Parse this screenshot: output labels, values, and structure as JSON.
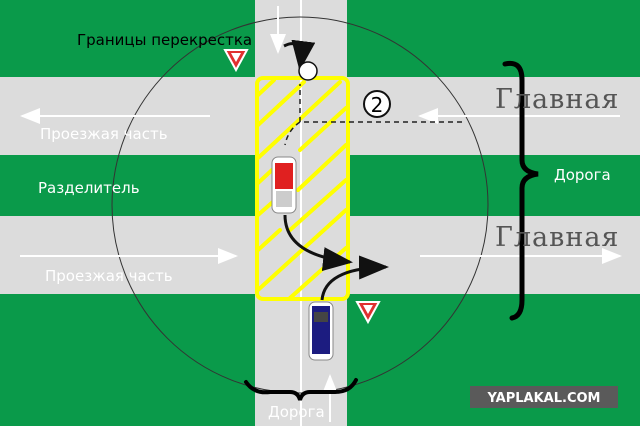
{
  "labels": {
    "intersection_bounds": "Границы перекрестка",
    "carriageway_top": "Проезжая часть",
    "divider": "Разделитель",
    "carriageway_bottom": "Проезжая часть",
    "main_top": "Главная",
    "main_bottom": "Главная",
    "road_right": "Дорога",
    "road_bottom": "Дорога",
    "marker_number": "2",
    "watermark": "YAPLAKAL.COM"
  },
  "signs": [
    "yield-sign",
    "yield-sign"
  ],
  "vehicles": [
    {
      "name": "red-car",
      "color": "#e02020"
    },
    {
      "name": "blue-car",
      "color": "#1c1c80"
    }
  ],
  "colors": {
    "grass": "#0a9a4a",
    "road": "#dcdcdc",
    "hatch": "#ffff00",
    "sign": "#e03030"
  }
}
